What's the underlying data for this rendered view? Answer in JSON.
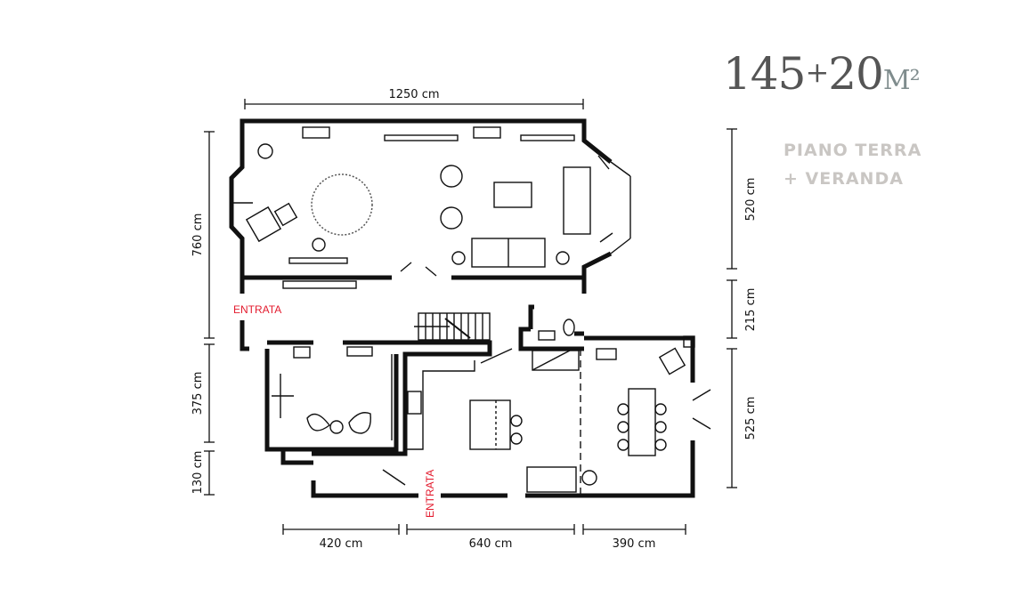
{
  "header": {
    "area_main": "145",
    "area_plus": "+",
    "area_extra": "20",
    "area_unit": "M²",
    "subtitle_line1": "PIANO TERRA",
    "subtitle_line2": "+ VERANDA"
  },
  "labels": {
    "entrance_side": "ENTRATA",
    "entrance_bottom": "ENTRATA"
  },
  "dimensions": {
    "top": "1250 cm",
    "left_upper": "760 cm",
    "left_middle": "375 cm",
    "left_lower": "130 cm",
    "right_upper": "520 cm",
    "right_middle": "215 cm",
    "right_lower": "525 cm",
    "bottom_left": "420 cm",
    "bottom_middle": "640 cm",
    "bottom_right": "390 cm"
  },
  "colors": {
    "entrance_label": "#e31b2e",
    "subtitle": "#c9c6c3",
    "walls": "#111111"
  }
}
